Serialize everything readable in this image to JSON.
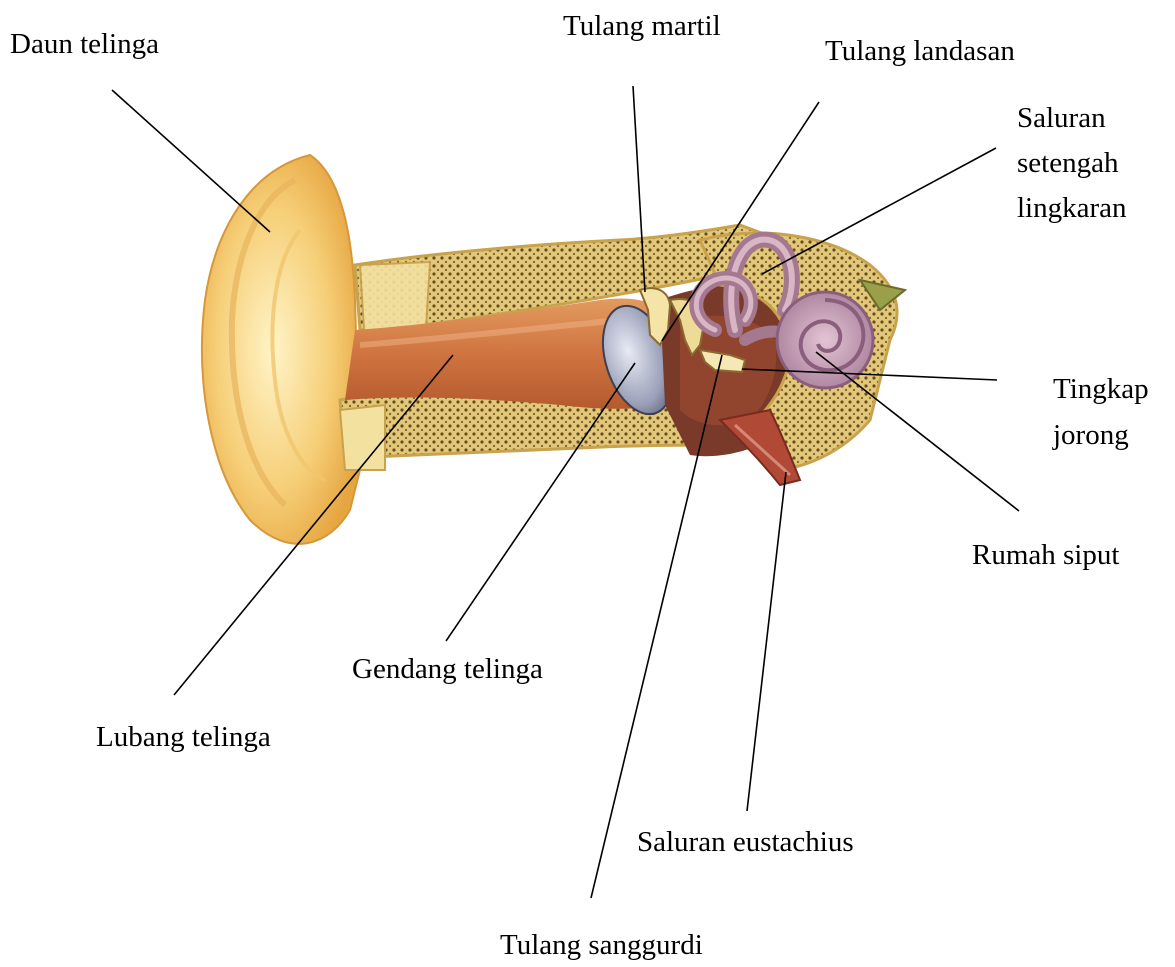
{
  "labels": {
    "daun_telinga": "Daun telinga",
    "tulang_martil": "Tulang martil",
    "tulang_landasan": "Tulang landasan",
    "saluran_setengah_lingkaran": [
      "Saluran",
      "setengah",
      "lingkaran"
    ],
    "tingkap_jorong": [
      "Tingkap",
      "jorong"
    ],
    "rumah_siput": "Rumah siput",
    "gendang_telinga": "Gendang telinga",
    "lubang_telinga": "Lubang telinga",
    "saluran_eustachius": "Saluran eustachius",
    "tulang_sanggurdi": "Tulang sanggurdi"
  }
}
